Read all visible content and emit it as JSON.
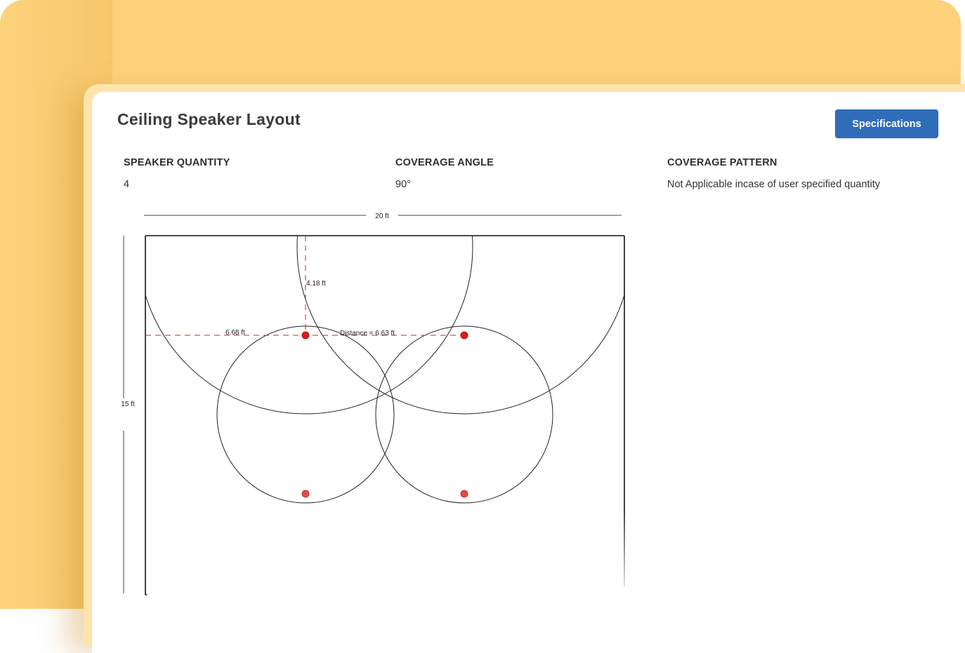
{
  "header": {
    "title": "Ceiling Speaker Layout",
    "specifications_label": "Specifications"
  },
  "fields": {
    "speaker_quantity": {
      "label": "SPEAKER QUANTITY",
      "value": "4"
    },
    "coverage_angle": {
      "label": "COVERAGE ANGLE",
      "value": "90°"
    },
    "coverage_pattern": {
      "label": "COVERAGE PATTERN",
      "value": "Not Applicable incase of user specified quantity"
    }
  },
  "layout_diagram": {
    "room_width_label": "20 ft",
    "room_length_label": "15 ft",
    "offset_top_label": "4.18 ft",
    "offset_left_label": "6.68 ft",
    "distance_label": "Distance = 6.63 ft",
    "speaker_color": "#e01b1b",
    "guide_color": "#d42020"
  },
  "colors": {
    "background": "#fdd27b",
    "accent": "#2f6db9"
  }
}
